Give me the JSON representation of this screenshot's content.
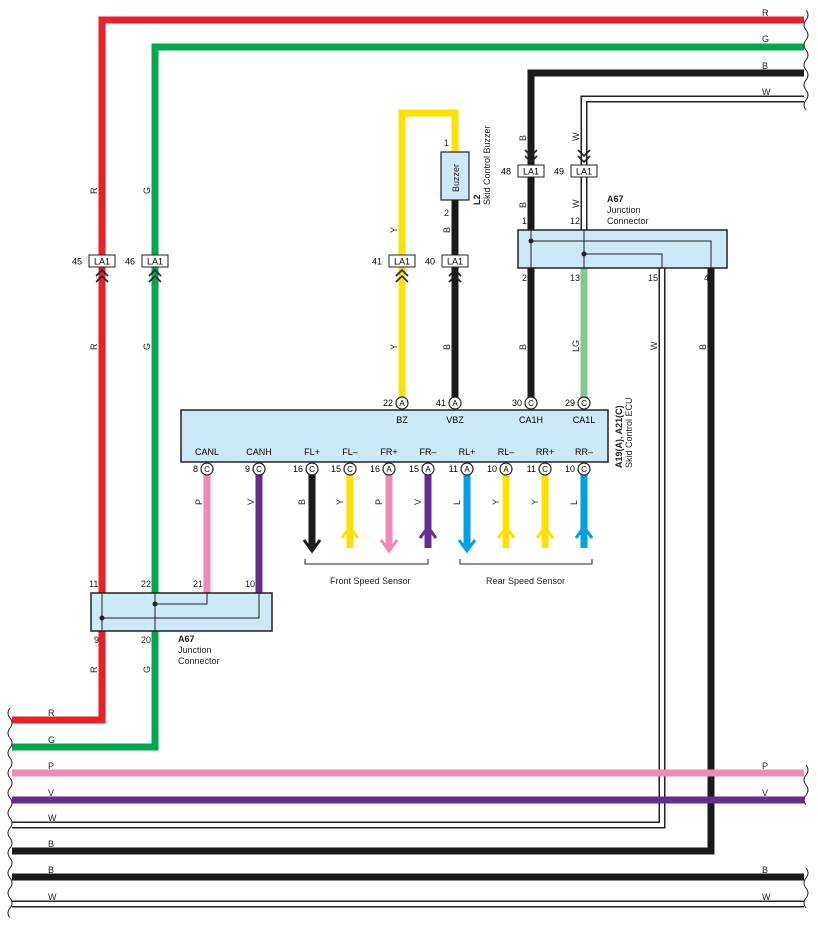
{
  "colors": {
    "R": "#e8202a",
    "G": "#00a651",
    "B": "#1a1a1a",
    "W": "#ffffff",
    "Y": "#ffe000",
    "P": "#f088b8",
    "V": "#662d91",
    "L": "#00a0e6",
    "LG": "#80c88c",
    "box_fill": "#cce9f7"
  },
  "wire_letters": {
    "R": "R",
    "G": "G",
    "B": "B",
    "W": "W",
    "Y": "Y",
    "P": "P",
    "V": "V",
    "L": "L",
    "LG": "LG"
  },
  "connector_label": "LA1",
  "pins": {
    "la1_45": "45",
    "la1_46": "46",
    "la1_41": "41",
    "la1_40": "40",
    "la1_48": "48",
    "la1_49": "49",
    "buzzer_1": "1",
    "buzzer_2": "2",
    "jt_1": "1",
    "jt_12": "12",
    "jt_2": "2",
    "jt_13": "13",
    "jt_15": "15",
    "jt_4": "4",
    "jb_11": "11",
    "jb_22": "22",
    "jb_21": "21",
    "jb_10": "10",
    "jb_9": "9",
    "jb_20": "20"
  },
  "buzzer": {
    "label": "Buzzer",
    "code": "L2",
    "name": "Skid Control Buzzer"
  },
  "junction_top": {
    "code": "A67",
    "line1": "Junction",
    "line2": "Connector"
  },
  "junction_bottom": {
    "code": "A67",
    "line1": "Junction",
    "line2": "Connector"
  },
  "ecu": {
    "code": "A19(A), A21(C)",
    "name": "Skid Control ECU",
    "top_pins": [
      {
        "num": "22",
        "conn": "A",
        "label": "BZ"
      },
      {
        "num": "41",
        "conn": "A",
        "label": "VBZ"
      },
      {
        "num": "30",
        "conn": "C",
        "label": "CA1H"
      },
      {
        "num": "29",
        "conn": "C",
        "label": "CA1L"
      }
    ],
    "bottom_pins": [
      {
        "num": "8",
        "conn": "C",
        "label": "CANL",
        "wire": "P"
      },
      {
        "num": "9",
        "conn": "C",
        "label": "CANH",
        "wire": "V"
      },
      {
        "num": "16",
        "conn": "C",
        "label": "FL+",
        "wire": "B"
      },
      {
        "num": "15",
        "conn": "C",
        "label": "FL–",
        "wire": "Y"
      },
      {
        "num": "16",
        "conn": "A",
        "label": "FR+",
        "wire": "P"
      },
      {
        "num": "15",
        "conn": "A",
        "label": "FR–",
        "wire": "V"
      },
      {
        "num": "11",
        "conn": "A",
        "label": "RL+",
        "wire": "L"
      },
      {
        "num": "10",
        "conn": "A",
        "label": "RL–",
        "wire": "Y"
      },
      {
        "num": "11",
        "conn": "C",
        "label": "RR+",
        "wire": "Y"
      },
      {
        "num": "10",
        "conn": "C",
        "label": "RR–",
        "wire": "L"
      }
    ]
  },
  "sensors": {
    "front": "Front Speed Sensor",
    "rear": "Rear Speed Sensor"
  }
}
